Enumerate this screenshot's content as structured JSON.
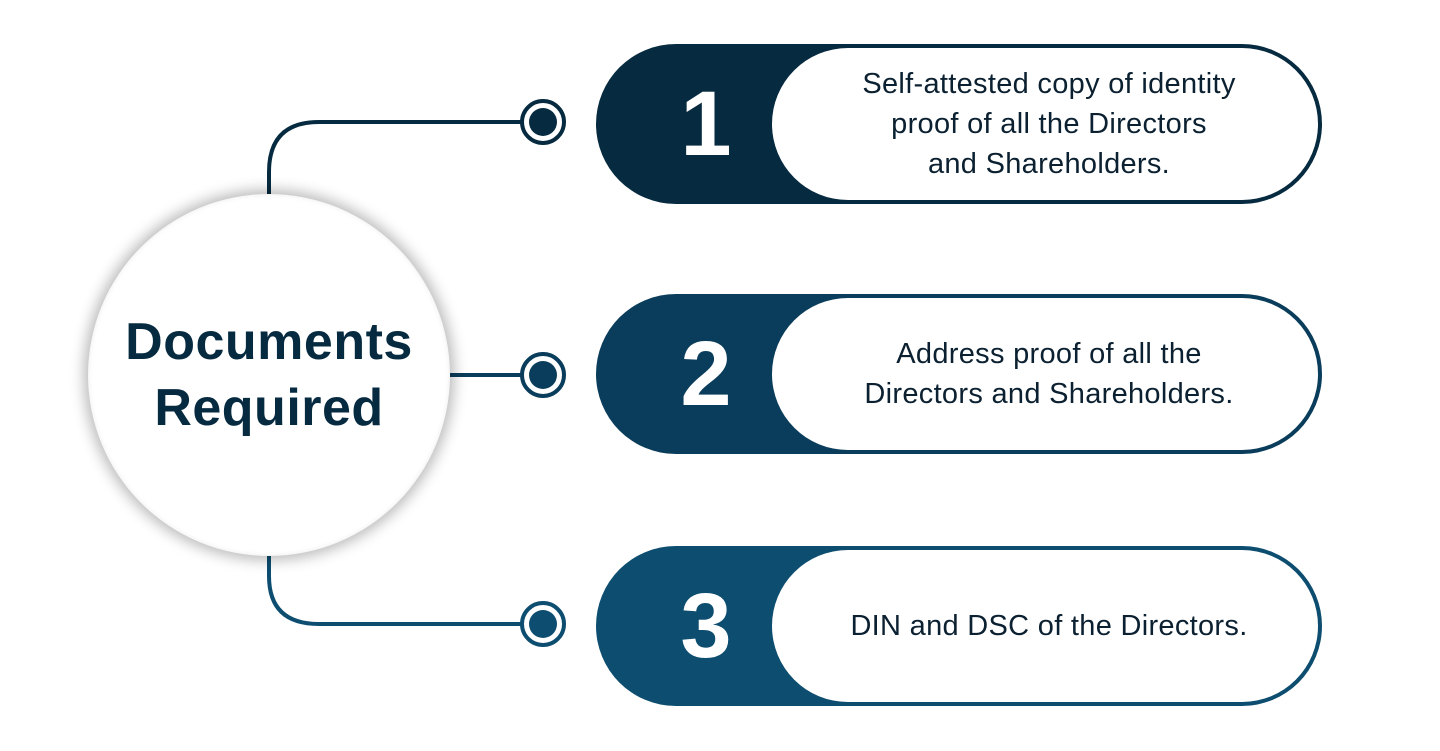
{
  "hub": {
    "title_lines": [
      "Documents",
      "Required"
    ]
  },
  "steps": [
    {
      "number": "1",
      "text_lines": [
        "Self-attested copy of identity",
        "proof of all the Directors",
        "and Shareholders."
      ]
    },
    {
      "number": "2",
      "text_lines": [
        "Address proof of all the",
        "Directors and Shareholders."
      ]
    },
    {
      "number": "3",
      "text_lines": [
        "DIN and DSC of the Directors."
      ]
    }
  ],
  "colors": {
    "dark_navy": "#062a3f",
    "mid_navy": "#0a3d5b",
    "teal_navy": "#0c4d70",
    "text_dark": "#062a40"
  }
}
